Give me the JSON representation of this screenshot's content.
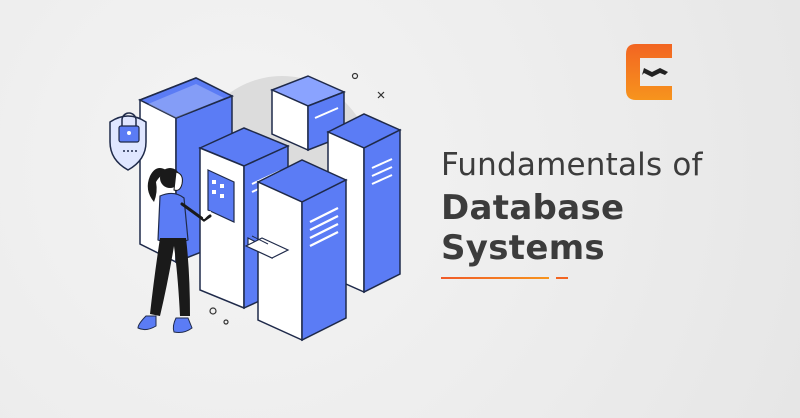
{
  "heading": {
    "line1": "Fundamentals of",
    "line2": "Database",
    "line3": "Systems"
  },
  "colors": {
    "background": "#efefef",
    "accent_orange": "#f26522",
    "accent_yellow": "#f7941d",
    "server_blue": "#5b7cf5",
    "text": "#3c3c3c"
  },
  "icons": [
    "brand-logo-icon",
    "padlock-icon",
    "server-rack-icon",
    "person-figure"
  ]
}
